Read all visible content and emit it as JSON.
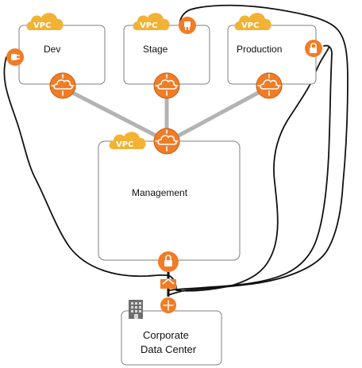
{
  "vpcs": [
    {
      "badge": "VPC",
      "label": "Dev"
    },
    {
      "badge": "VPC",
      "label": "Stage"
    },
    {
      "badge": "VPC",
      "label": "Production"
    },
    {
      "badge": "VPC",
      "label": "Management"
    }
  ],
  "datacenter": {
    "line1": "Corporate",
    "line2": "Data Center"
  },
  "colors": {
    "vpc_badge": "#f2b233",
    "router_orange": "#f07c25",
    "connector_gray": "#b3b3b3",
    "box_border": "#7f7f7f",
    "path_line": "#111111"
  },
  "icons": {
    "router": "router-cloud-icon",
    "lock": "lock-icon",
    "plug": "plug-icon",
    "building": "building-icon"
  }
}
